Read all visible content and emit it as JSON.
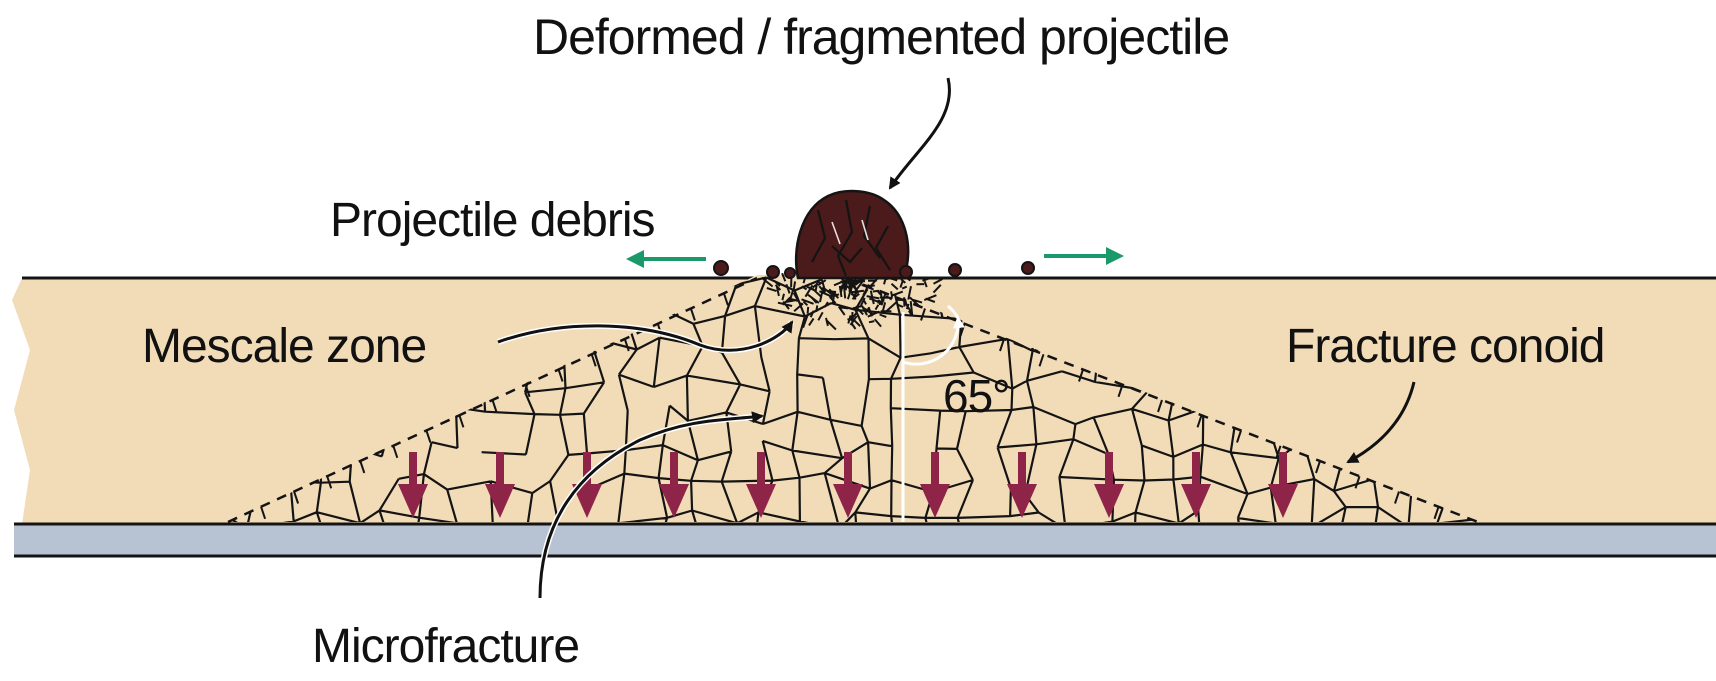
{
  "labels": {
    "deformed_projectile": "Deformed / fragmented projectile",
    "projectile_debris": "Projectile debris",
    "mescale_zone": "Mescale zone",
    "fracture_conoid": "Fracture conoid",
    "angle": "65°",
    "microfracture": "Microfracture"
  },
  "colors": {
    "ceramic": "#f2dcb8",
    "backing_plate": "#b7c3d3",
    "projectile": "#4b1a1a",
    "debris_arrow": "#1a9a6a",
    "load_arrow": "#8e2448",
    "outline": "#141414"
  },
  "load_arrow_count": 11
}
